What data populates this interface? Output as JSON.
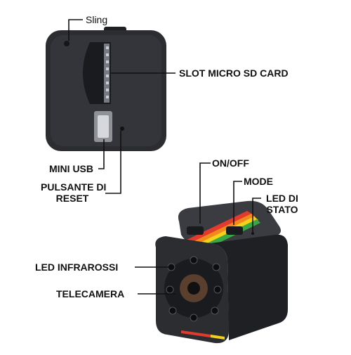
{
  "labels": {
    "sling": "Sling",
    "slot": "SLOT MICRO SD CARD",
    "mini_usb": "MINI USB",
    "reset_line1": "PULSANTE DI",
    "reset_line2": "RESET",
    "on_off": "ON/OFF",
    "mode": "MODE",
    "led_stato_line1": "LED DI",
    "led_stato_line2": "STATO",
    "led_infrarossi": "LED INFRAROSSI",
    "telecamera": "TELECAMERA"
  },
  "colors": {
    "body": "#2b2d31",
    "body_dark": "#1b1c1f",
    "stripe": [
      "#e23b2e",
      "#f28a1a",
      "#f4d21c",
      "#3aa845",
      "#2b74c7"
    ],
    "line": "#111111"
  }
}
